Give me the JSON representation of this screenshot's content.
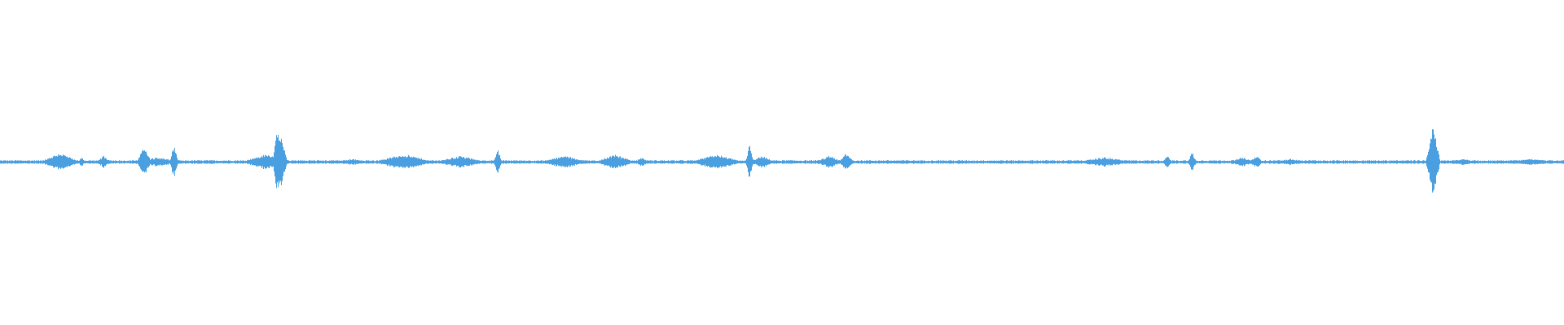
{
  "waveform": {
    "color": "#4a9fe0",
    "background": "#ffffff",
    "duration": 1.0,
    "amplitude_range": [
      -1,
      1
    ],
    "baseline_noise": 0.012,
    "bursts": [
      {
        "t": 0.038,
        "amp": 0.06,
        "width": 0.006
      },
      {
        "t": 0.052,
        "amp": 0.03,
        "width": 0.001
      },
      {
        "t": 0.066,
        "amp": 0.04,
        "width": 0.002
      },
      {
        "t": 0.092,
        "amp": 0.1,
        "width": 0.002
      },
      {
        "t": 0.1,
        "amp": 0.03,
        "width": 0.008
      },
      {
        "t": 0.111,
        "amp": 0.11,
        "width": 0.001
      },
      {
        "t": 0.17,
        "amp": 0.05,
        "width": 0.008
      },
      {
        "t": 0.177,
        "amp": 0.22,
        "width": 0.001
      },
      {
        "t": 0.179,
        "amp": 0.17,
        "width": 0.002
      },
      {
        "t": 0.225,
        "amp": 0.02,
        "width": 0.006
      },
      {
        "t": 0.258,
        "amp": 0.05,
        "width": 0.01
      },
      {
        "t": 0.294,
        "amp": 0.04,
        "width": 0.008
      },
      {
        "t": 0.318,
        "amp": 0.08,
        "width": 0.001
      },
      {
        "t": 0.361,
        "amp": 0.04,
        "width": 0.008
      },
      {
        "t": 0.393,
        "amp": 0.05,
        "width": 0.006
      },
      {
        "t": 0.41,
        "amp": 0.03,
        "width": 0.002
      },
      {
        "t": 0.458,
        "amp": 0.05,
        "width": 0.008
      },
      {
        "t": 0.479,
        "amp": 0.11,
        "width": 0.001
      },
      {
        "t": 0.487,
        "amp": 0.04,
        "width": 0.004
      },
      {
        "t": 0.53,
        "amp": 0.04,
        "width": 0.004
      },
      {
        "t": 0.541,
        "amp": 0.06,
        "width": 0.002
      },
      {
        "t": 0.706,
        "amp": 0.03,
        "width": 0.01
      },
      {
        "t": 0.746,
        "amp": 0.05,
        "width": 0.001
      },
      {
        "t": 0.762,
        "amp": 0.07,
        "width": 0.001
      },
      {
        "t": 0.794,
        "amp": 0.03,
        "width": 0.004
      },
      {
        "t": 0.803,
        "amp": 0.04,
        "width": 0.002
      },
      {
        "t": 0.825,
        "amp": 0.02,
        "width": 0.006
      },
      {
        "t": 0.916,
        "amp": 0.23,
        "width": 0.002
      },
      {
        "t": 0.935,
        "amp": 0.02,
        "width": 0.006
      },
      {
        "t": 0.978,
        "amp": 0.02,
        "width": 0.01
      }
    ]
  }
}
